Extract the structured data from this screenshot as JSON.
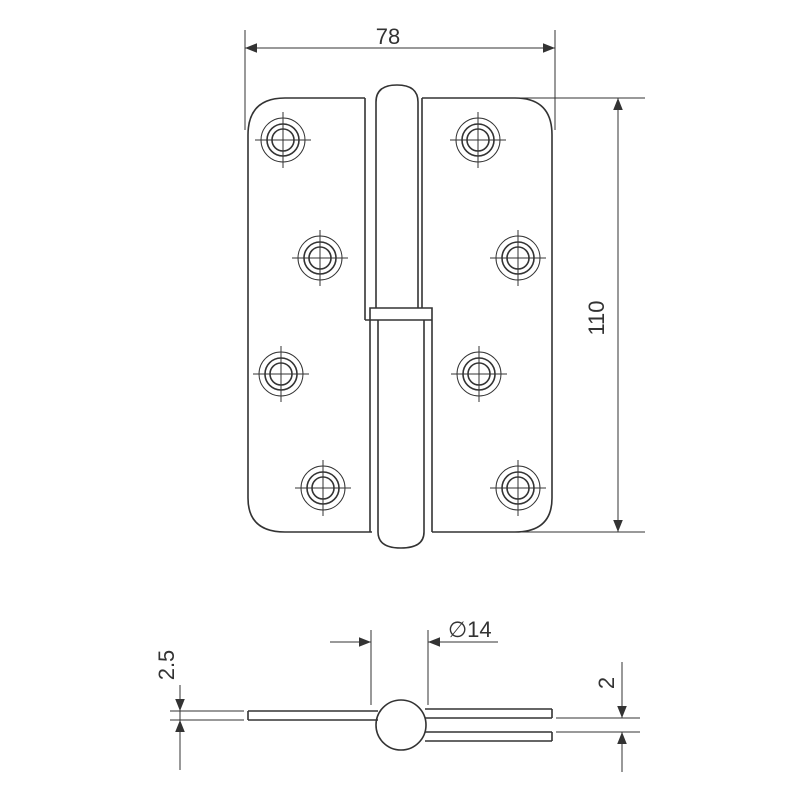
{
  "drawing": {
    "front_view": {
      "width_dimension": "78",
      "height_dimension": "110"
    },
    "section_view": {
      "pin_diameter_dimension": "∅14",
      "leaf_gap_left_dimension": "2.5",
      "leaf_thickness_right_dimension": "2"
    }
  },
  "colors": {
    "line": "#333333",
    "background": "#ffffff"
  }
}
